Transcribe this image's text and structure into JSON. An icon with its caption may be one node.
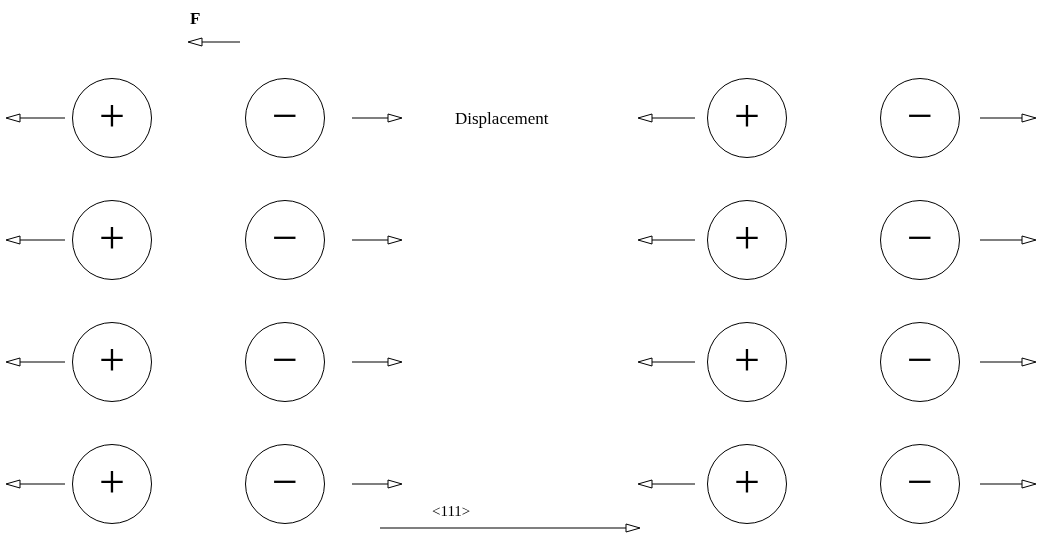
{
  "diagram": {
    "nodes": [
      {
        "text": [
          "+"
        ]
      },
      {
        "text": [
          "−"
        ]
      },
      {
        "text": [
          "+"
        ]
      },
      {
        "text": [
          "−"
        ]
      },
      {
        "text": [
          "+"
        ]
      },
      {
        "text": [
          "−"
        ]
      },
      {
        "text": [
          "+"
        ]
      },
      {
        "text": [
          "−"
        ]
      },
      {
        "text": [
          "+"
        ]
      },
      {
        "text": [
          "−"
        ]
      },
      {
        "text": [
          "+"
        ]
      },
      {
        "text": [
          "−"
        ]
      },
      {
        "text": [
          "+"
        ]
      },
      {
        "text": [
          "−"
        ]
      },
      {
        "text": [
          "+"
        ]
      },
      {
        "text": [
          "−"
        ]
      }
    ],
    "labels": [
      "F",
      "Displacement",
      "<111>"
    ]
  }
}
